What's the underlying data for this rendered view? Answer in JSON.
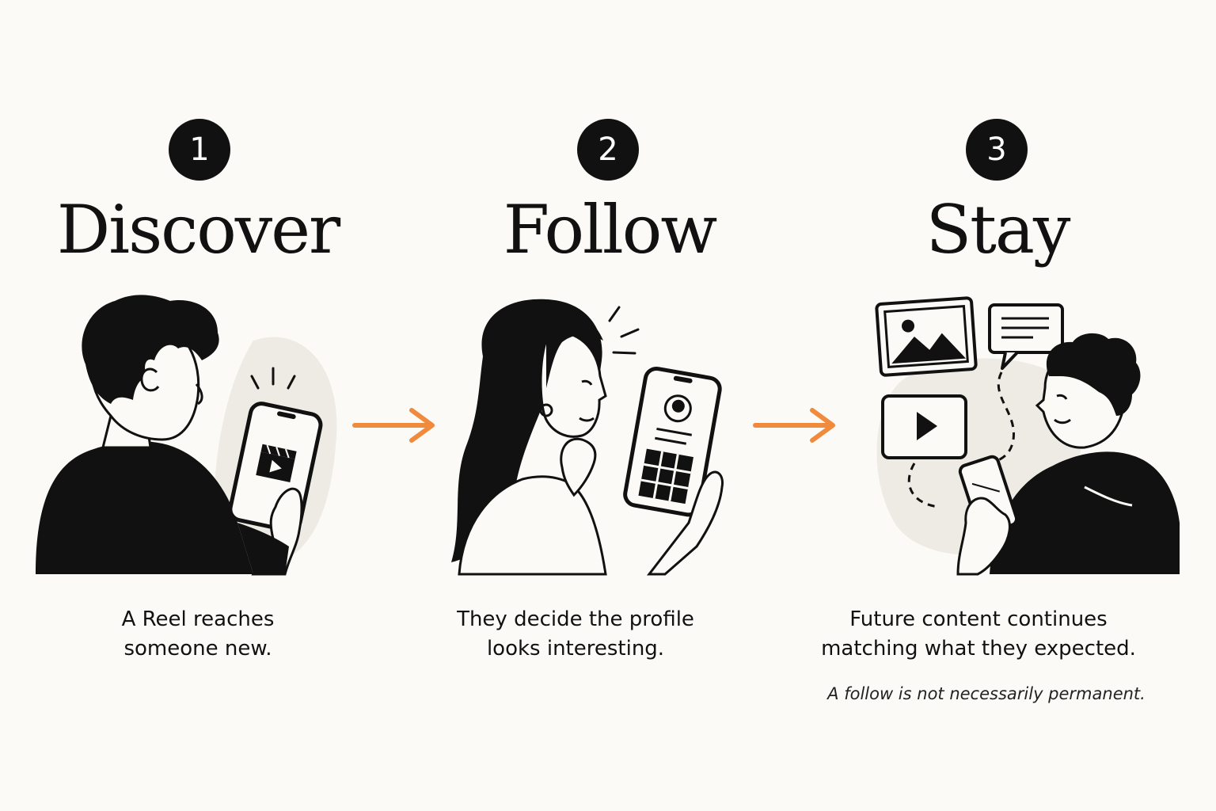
{
  "steps": [
    {
      "number": "1",
      "title": "Discover",
      "caption_line1": "A Reel reaches",
      "caption_line2": "someone new."
    },
    {
      "number": "2",
      "title": "Follow",
      "caption_line1": "They decide the profile",
      "caption_line2": "looks interesting."
    },
    {
      "number": "3",
      "title": "Stay",
      "caption_line1": "Future content continues",
      "caption_line2": "matching what they expected.",
      "note": "A follow is not necessarily permanent."
    }
  ],
  "colors": {
    "accent": "#f08a3c",
    "ink": "#111111",
    "background": "#fcfaf6",
    "blob": "#eeeae4"
  },
  "icons": [
    "phone-icon",
    "video-clapper-icon",
    "play-icon",
    "profile-avatar-icon",
    "image-icon",
    "chat-bubble-icon",
    "arrow-right-icon"
  ]
}
